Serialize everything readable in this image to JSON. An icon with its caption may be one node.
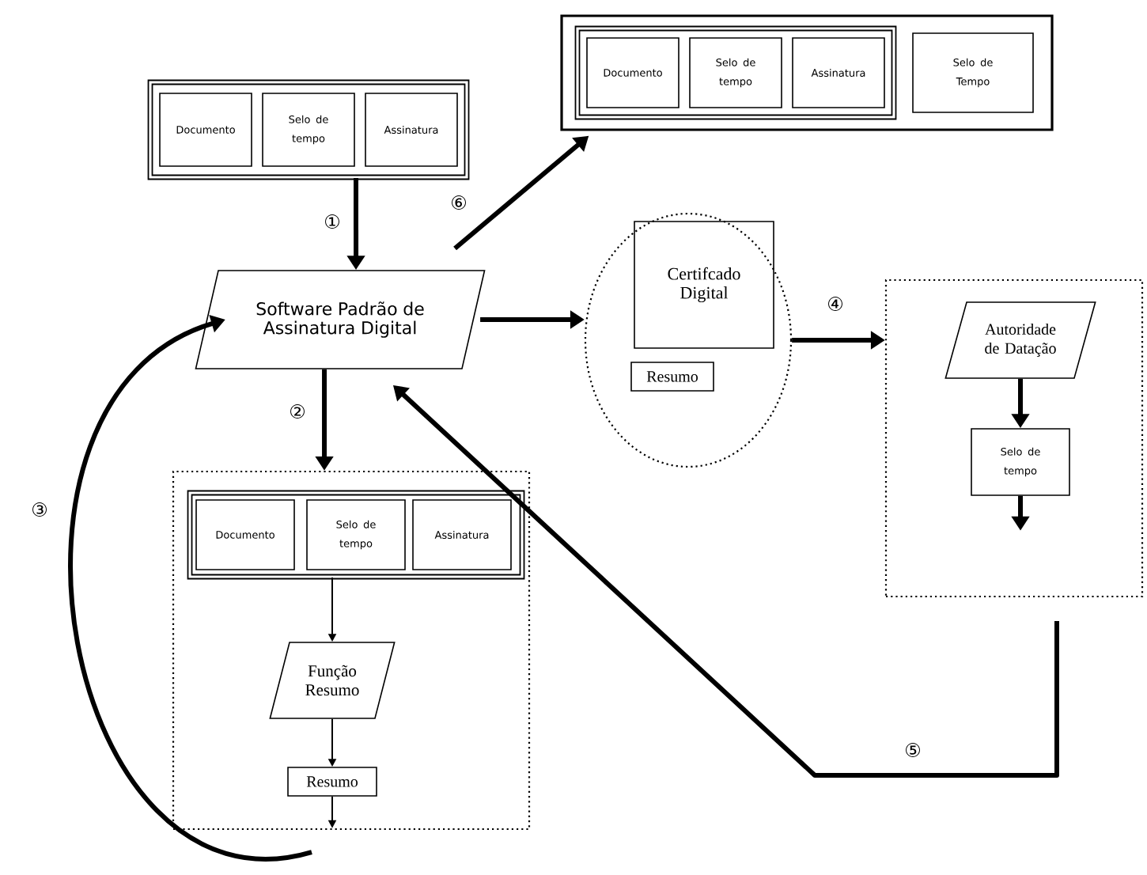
{
  "diagram": {
    "nodes": [
      {
        "text": [],
        "shape": "box"
      },
      {
        "text": [
          "Documento"
        ],
        "in": 0
      },
      {
        "text": [
          "Selo de tempo"
        ],
        "in": 0
      },
      {
        "text": [
          "Assinatura"
        ],
        "in": 0
      },
      {
        "text": [
          "Software Padrão de Assinatura Digital"
        ]
      },
      {
        "text": [],
        "shape": "box"
      },
      {
        "text": [],
        "shape": "box",
        "in": 5
      },
      {
        "text": [
          "Documento"
        ],
        "in": 6
      },
      {
        "text": [
          "Selo de tempo"
        ],
        "in": 6
      },
      {
        "text": [
          "Assinatura"
        ],
        "in": 6
      },
      {
        "text": [
          "Selo de Tempo"
        ],
        "in": 5
      },
      {
        "text": [],
        "shape": "circle"
      },
      {
        "text": [
          "Certifcado Digital"
        ],
        "in": 11
      },
      {
        "text": [
          "Resumo"
        ],
        "in": 11
      },
      {
        "text": [],
        "shape": "box"
      },
      {
        "text": [
          "Autoridade de Datação"
        ],
        "in": 14
      },
      {
        "text": [
          "Selo de tempo"
        ],
        "in": 14
      },
      {
        "text": [],
        "shape": "box"
      },
      {
        "text": [],
        "shape": "box",
        "in": 17
      },
      {
        "text": [
          "Documento"
        ],
        "in": 18
      },
      {
        "text": [
          "Selo de tempo"
        ],
        "in": 18
      },
      {
        "text": [
          "Assinatura"
        ],
        "in": 18
      },
      {
        "text": [
          "Função Resumo"
        ],
        "in": 17
      },
      {
        "text": [
          "Resumo"
        ],
        "in": 17
      }
    ],
    "edges": [
      {
        "from": 0,
        "to": 4,
        "arrow": "to",
        "label": "①"
      },
      {
        "from": 4,
        "to": 5,
        "arrow": "to",
        "label": "⑥"
      },
      {
        "from": 4,
        "to": 11,
        "arrow": "to"
      },
      {
        "from": 11,
        "to": 14,
        "arrow": "to",
        "label": "④"
      },
      {
        "from": 4,
        "to": 17,
        "arrow": "to",
        "label": "②"
      },
      {
        "from": 17,
        "to": 4,
        "arrow": "to",
        "label": "③"
      },
      {
        "from": 14,
        "to": 4,
        "arrow": "to",
        "label": "⑤"
      },
      {
        "from": 15,
        "to": 16,
        "arrow": "to"
      },
      {
        "from": 16,
        "to": null,
        "arrow": "to"
      },
      {
        "from": 18,
        "to": 22,
        "arrow": "to"
      },
      {
        "from": 22,
        "to": 23,
        "arrow": "to"
      },
      {
        "from": 23,
        "to": null,
        "arrow": "to"
      }
    ]
  }
}
